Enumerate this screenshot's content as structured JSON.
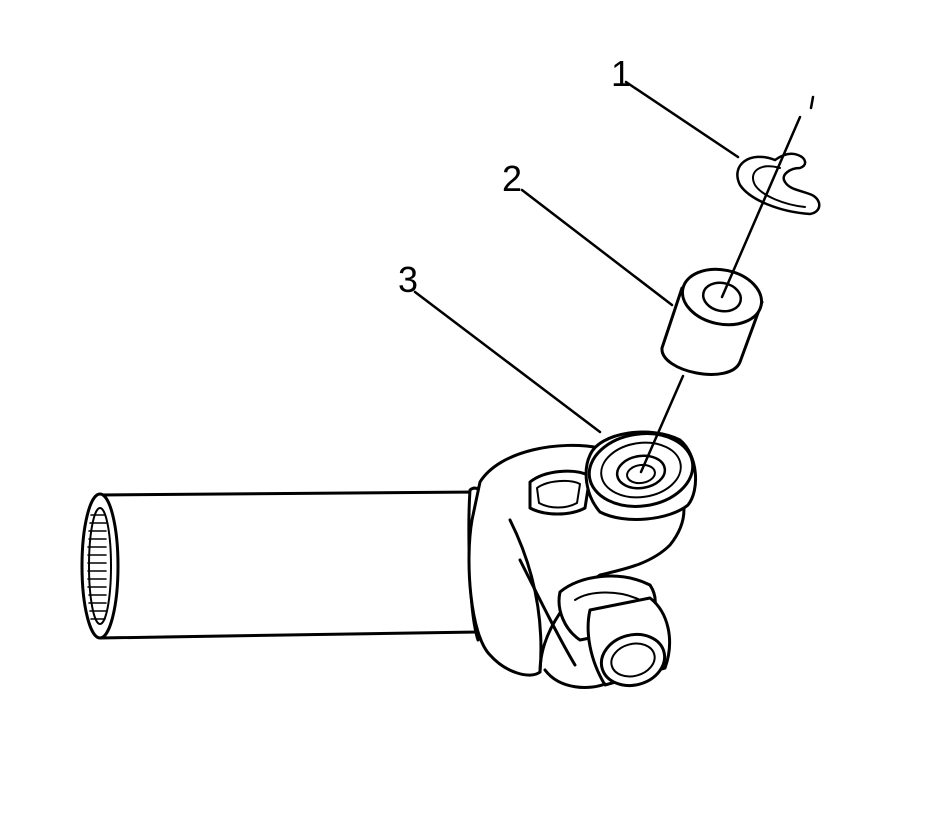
{
  "diagram": {
    "callouts": [
      {
        "number": "1",
        "part": "retaining-ring"
      },
      {
        "number": "2",
        "part": "bearing-cap"
      },
      {
        "number": "3",
        "part": "yoke-bore"
      }
    ],
    "colors": {
      "line": "#000000",
      "fill": "#ffffff"
    }
  }
}
